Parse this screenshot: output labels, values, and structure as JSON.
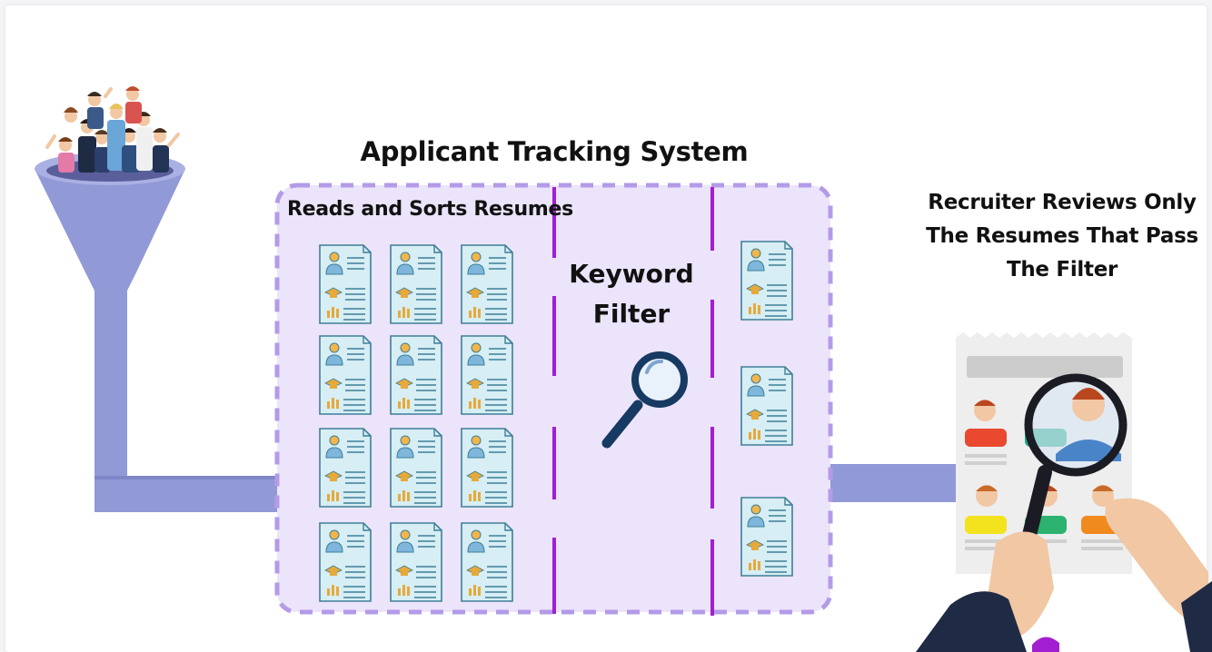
{
  "diagram": {
    "title": "Applicant Tracking System",
    "stage_sort_label": "Reads and Sorts Resumes",
    "stage_filter_label_line1": "Keyword",
    "stage_filter_label_line2": "Filter",
    "recruiter_label_line1": "Recruiter Reviews Only",
    "recruiter_label_line2": "The Resumes That Pass",
    "recruiter_label_line3": "The Filter"
  },
  "colors": {
    "pipe": "#9199d6",
    "box_fill": "#ece4fb",
    "box_dash": "#b39be8",
    "divider": "#a21fd1",
    "resume_fill": "#d6eef4",
    "resume_stroke": "#3f7e98",
    "magnifier": "#173a63"
  },
  "icons": [
    "people-crowd-icon",
    "funnel-icon",
    "resume-icon",
    "magnifier-icon",
    "recruiter-hand-icon"
  ]
}
